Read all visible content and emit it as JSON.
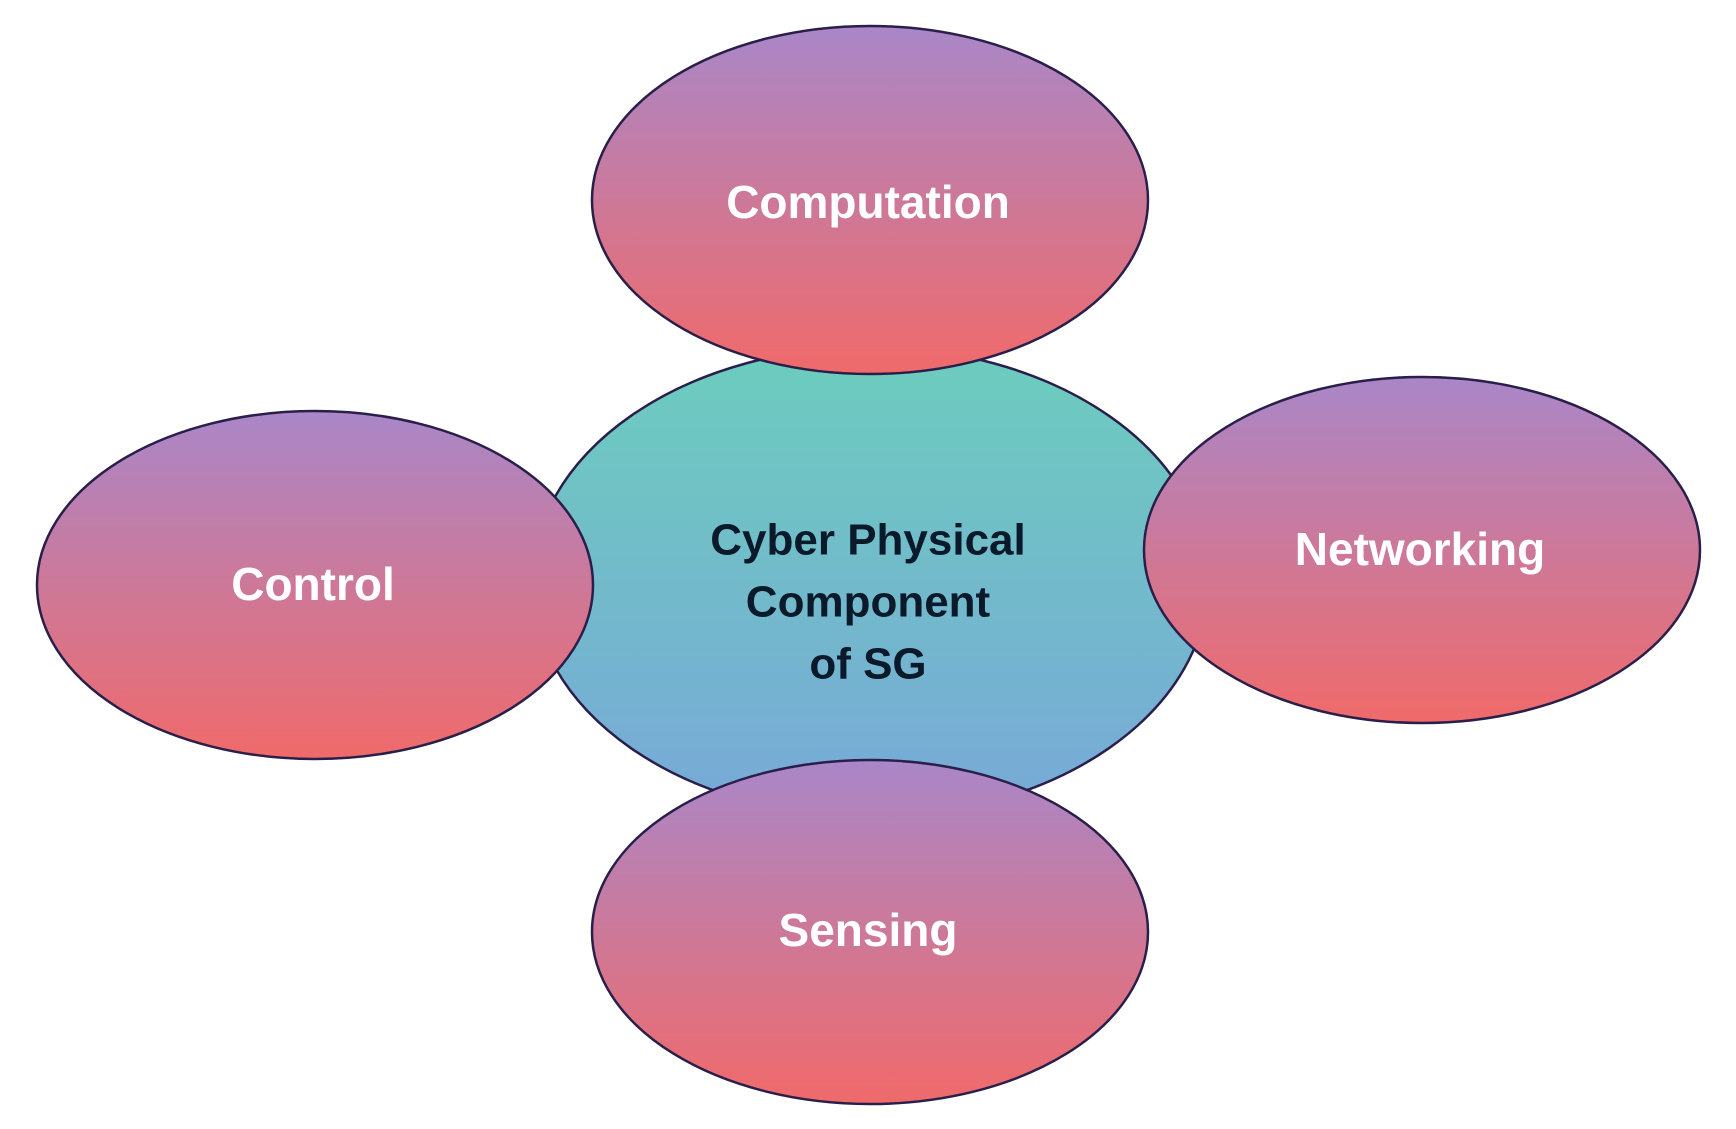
{
  "diagram": {
    "center": {
      "lines": [
        "Cyber Physical",
        "Component",
        "of SG"
      ]
    },
    "nodes": {
      "computation": {
        "label": "Computation"
      },
      "control": {
        "label": "Control"
      },
      "networking": {
        "label": "Networking"
      },
      "sensing": {
        "label": "Sensing"
      }
    }
  },
  "colors": {
    "center_top": "#6ccdbd",
    "center_bottom": "#78a8d8",
    "outer_top": "#a987c8",
    "outer_bottom": "#f06a6a",
    "stroke": "#2a1f4a",
    "outer_text": "#ffffff",
    "center_text": "#0b1a2a",
    "background": "#ffffff"
  }
}
